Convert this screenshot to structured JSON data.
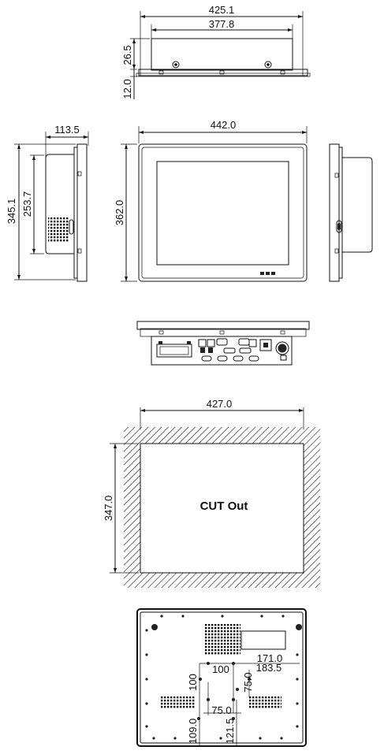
{
  "top_view": {
    "overall_width": "425.1",
    "inner_width": "377.8",
    "body_depth": "26.5",
    "bezel_depth": "12.0"
  },
  "side_view": {
    "depth": "113.5",
    "outer_height": "345.1",
    "inner_height": "253.7"
  },
  "front_view": {
    "width": "442.0",
    "height": "362.0"
  },
  "cutout": {
    "width": "427.0",
    "height": "347.0",
    "label": "CUT Out"
  },
  "rear_view": {
    "d171": "171.0",
    "d183": "183.5",
    "d100h": "100",
    "d100v": "100",
    "d75v": "75.0",
    "d75h": "75.0",
    "d109": "109.0",
    "d121": "121.5"
  }
}
